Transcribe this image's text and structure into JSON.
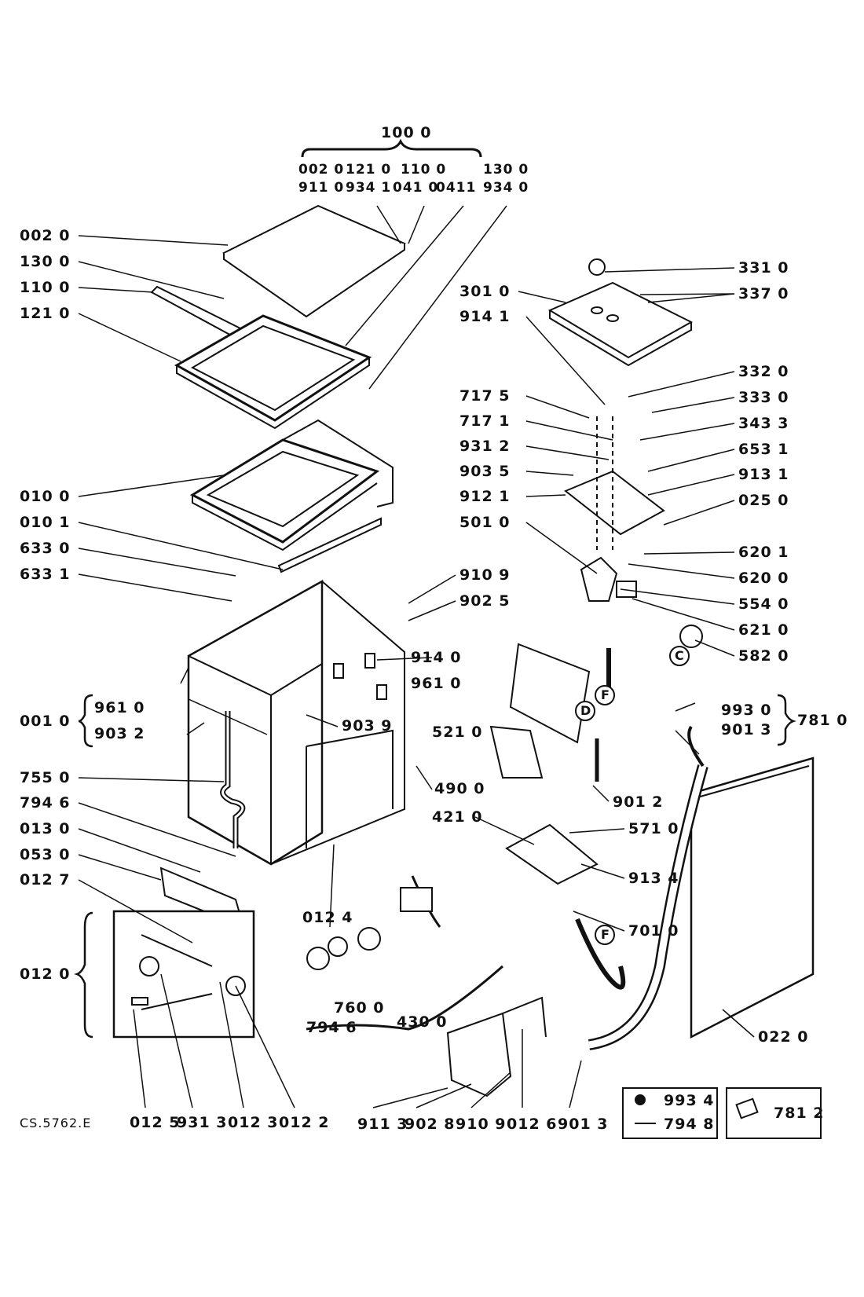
{
  "drawing_code": "CS.5762.E",
  "group_100": {
    "title": "100 0",
    "row1": [
      "002 0",
      "121 0",
      "110 0",
      "130 0"
    ],
    "row2": [
      "911 0",
      "934 1",
      "041 0",
      "0411",
      "934 0"
    ]
  },
  "left_labels": [
    "002 0",
    "130 0",
    "110 0",
    "121 0",
    "010 0",
    "010 1",
    "633 0",
    "633 1",
    "755 0",
    "794 6",
    "013 0",
    "053 0",
    "012 7",
    "012 0"
  ],
  "brace_001": {
    "label": "001 0",
    "items": [
      "961 0",
      "903 2"
    ]
  },
  "right_labels": [
    "331 0",
    "337 0",
    "332 0",
    "333 0",
    "343 3",
    "653 1",
    "913 1",
    "025 0",
    "620 1",
    "620 0",
    "554 0",
    "621 0",
    "582 0"
  ],
  "mid_left_labels": [
    "301 0",
    "914 1",
    "717 5",
    "717 1",
    "931 2",
    "903 5",
    "912 1",
    "501 0"
  ],
  "center_labels": [
    "910 9",
    "902 5",
    "914 0",
    "961 0",
    "903 9",
    "521 0",
    "490 0",
    "421 0",
    "571 0",
    "913 4",
    "701 0",
    "012 4",
    "901 2"
  ],
  "brace_781": {
    "label": "781 0",
    "items": [
      "993 0",
      "901 3"
    ]
  },
  "hose_labels": [
    "022 0"
  ],
  "bottom_group": {
    "labels": [
      "760 0",
      "794 6",
      "430 0"
    ]
  },
  "bottom_labels": [
    "012 5",
    "931 3",
    "012 3",
    "012 2",
    "911 3",
    "902 8",
    "910 9",
    "012 6",
    "901 3"
  ],
  "legend_box": {
    "items": [
      "993 4",
      "794 8"
    ]
  },
  "legend_single": "781 2",
  "circle_markers": [
    "C",
    "D",
    "F",
    "F"
  ]
}
